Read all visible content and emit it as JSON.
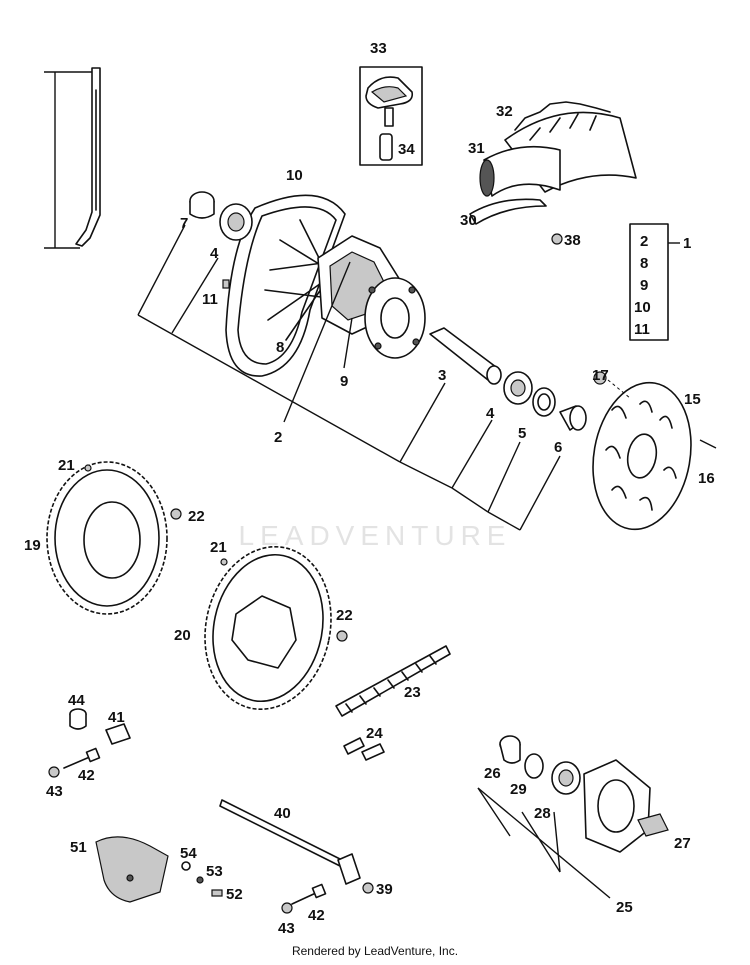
{
  "labels": {
    "l1": "1",
    "l2": "2",
    "l3": "3",
    "l4a": "4",
    "l4b": "4",
    "l5": "5",
    "l6": "6",
    "l7": "7",
    "l8": "8",
    "l9": "9",
    "l10": "10",
    "l11": "11",
    "l15": "15",
    "l16": "16",
    "l17": "17",
    "l19": "19",
    "l20": "20",
    "l21a": "21",
    "l21b": "21",
    "l22a": "22",
    "l22b": "22",
    "l23": "23",
    "l24": "24",
    "l25": "25",
    "l26": "26",
    "l27": "27",
    "l28": "28",
    "l29": "29",
    "l30": "30",
    "l31": "31",
    "l32": "32",
    "l33": "33",
    "l34": "34",
    "l38": "38",
    "l39": "39",
    "l40": "40",
    "l41": "41",
    "l42a": "42",
    "l42b": "42",
    "l43a": "43",
    "l43b": "43",
    "l44": "44",
    "l51": "51",
    "l52": "52",
    "l53": "53",
    "l54": "54"
  },
  "kit_box": {
    "label": "1",
    "items": [
      "2",
      "8",
      "9",
      "10",
      "11"
    ]
  },
  "watermark": "LEADVENTURE",
  "footer": "Rendered by LeadVenture, Inc."
}
